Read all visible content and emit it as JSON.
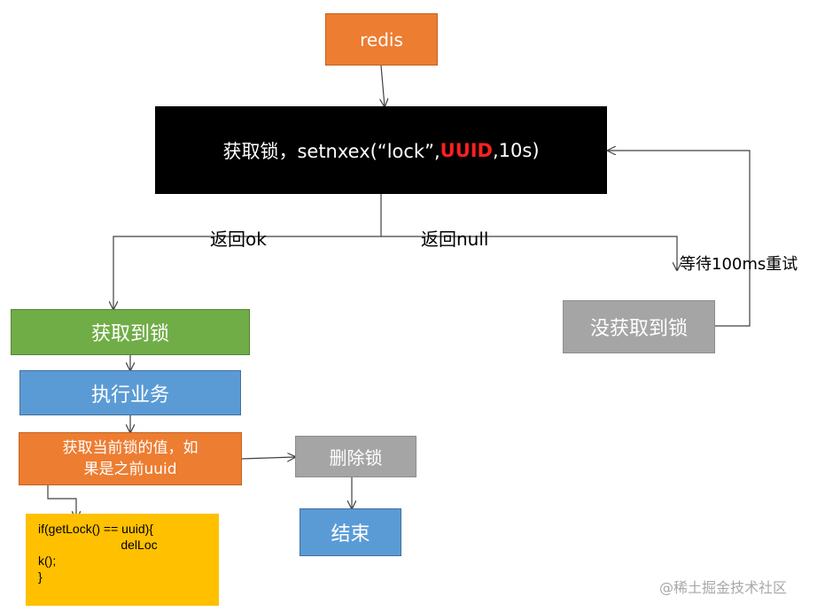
{
  "nodes": {
    "redis": "redis",
    "acquire_prefix": "获取锁，setnxex(“lock”,",
    "acquire_uuid": "UUID",
    "acquire_suffix": ",10s)",
    "got_lock": "获取到锁",
    "exec_business": "执行业务",
    "check_line1": "获取当前锁的值，如",
    "check_line2": "果是之前uuid",
    "not_got_lock": "没获取到锁",
    "delete_lock": "删除锁",
    "end": "结束"
  },
  "edge_labels": {
    "return_ok": "返回ok",
    "return_null": "返回null",
    "retry": "等待100ms重试"
  },
  "code_lines": [
    "if(getLock() == uuid){",
    "                        delLoc",
    "k();",
    "}"
  ],
  "watermark": "@稀土掘金技术社区",
  "colors": {
    "orange": "#ED7D31",
    "black": "#000000",
    "green": "#70AD47",
    "blue": "#5B9BD5",
    "gray": "#A5A5A5",
    "yellow": "#FFC000",
    "uuid_red": "#FF2020"
  }
}
